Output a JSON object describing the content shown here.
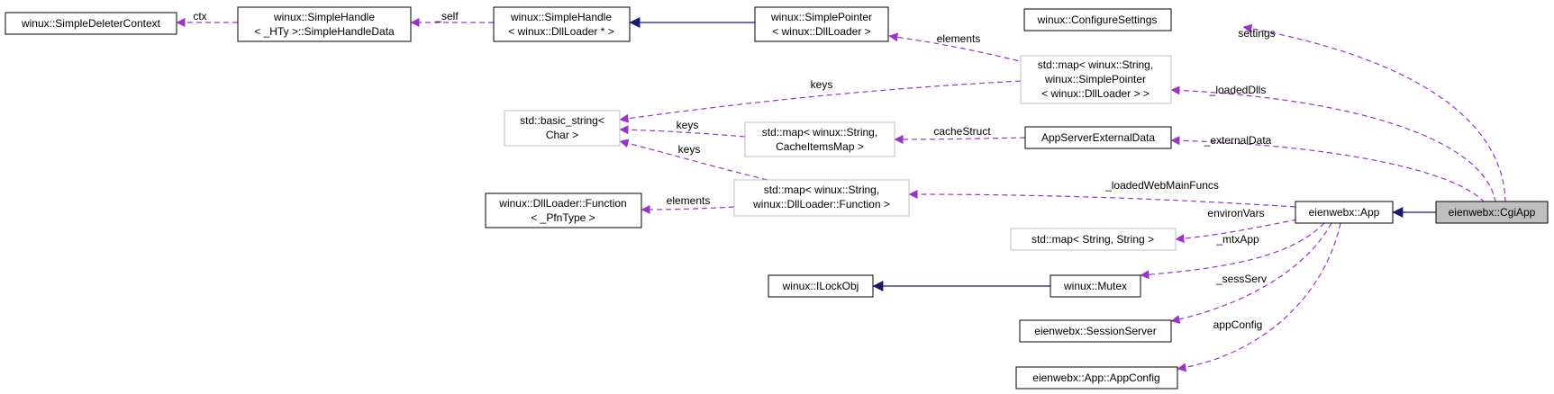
{
  "nodes": {
    "simple_deleter_context": [
      "winux::SimpleDeleterContext"
    ],
    "simple_handle_data": [
      "winux::SimpleHandle",
      "< _HTy >::SimpleHandleData"
    ],
    "simple_handle": [
      "winux::SimpleHandle",
      "< winux::DllLoader * >"
    ],
    "simple_pointer": [
      "winux::SimplePointer",
      "< winux::DllLoader >"
    ],
    "configure_settings": [
      "winux::ConfigureSettings"
    ],
    "map_loaded_dlls": [
      "std::map< winux::String,",
      "winux::SimplePointer",
      "< winux::DllLoader > >"
    ],
    "basic_string": [
      "std::basic_string<",
      "Char >"
    ],
    "map_cache_items": [
      "std::map< winux::String,",
      "CacheItemsMap >"
    ],
    "app_server_external_data": [
      "AppServerExternalData"
    ],
    "dll_function": [
      "winux::DllLoader::Function",
      "< _PfnType >"
    ],
    "map_dll_function": [
      "std::map< winux::String,",
      "winux::DllLoader::Function >"
    ],
    "app": [
      "eienwebx::App"
    ],
    "cgi_app": [
      "eienwebx::CgiApp"
    ],
    "map_string_string": [
      "std::map< String, String >"
    ],
    "ilockobj": [
      "winux::ILockObj"
    ],
    "mutex": [
      "winux::Mutex"
    ],
    "session_server": [
      "eienwebx::SessionServer"
    ],
    "app_config": [
      "eienwebx::App::AppConfig"
    ]
  },
  "edge_labels": {
    "ctx": "ctx",
    "self": "_self",
    "elements_pointer": "elements",
    "settings": "settings",
    "keys_top": "keys",
    "loaded_dlls": "_loadedDlls",
    "keys_cache": "keys",
    "cache_struct": "cacheStruct",
    "external_data": "_externalData",
    "keys_function": "keys",
    "loaded_web_main_funcs": "_loadedWebMainFuncs",
    "elements_function": "elements",
    "environ_vars": "environVars",
    "mtx_app": "_mtxApp",
    "sess_serv": "_sessServ",
    "app_config": "appConfig"
  },
  "colors": {
    "usage_edge": "#9a32cd",
    "inheritance_edge": "#191970",
    "current_node_fill": "#bfbfbf",
    "external_node_border": "#bfbfbf"
  }
}
